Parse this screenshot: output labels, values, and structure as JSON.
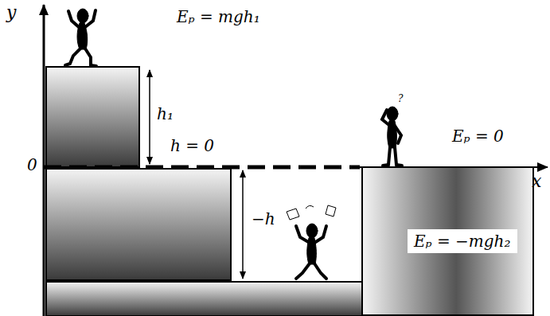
{
  "diagram": {
    "labels": [
      "y",
      "0",
      "x",
      "Eₚ = mgh₁",
      "h₁",
      "h = 0",
      "−h",
      "Eₚ = 0",
      "Eₚ = −mgh₂",
      "?"
    ]
  }
}
